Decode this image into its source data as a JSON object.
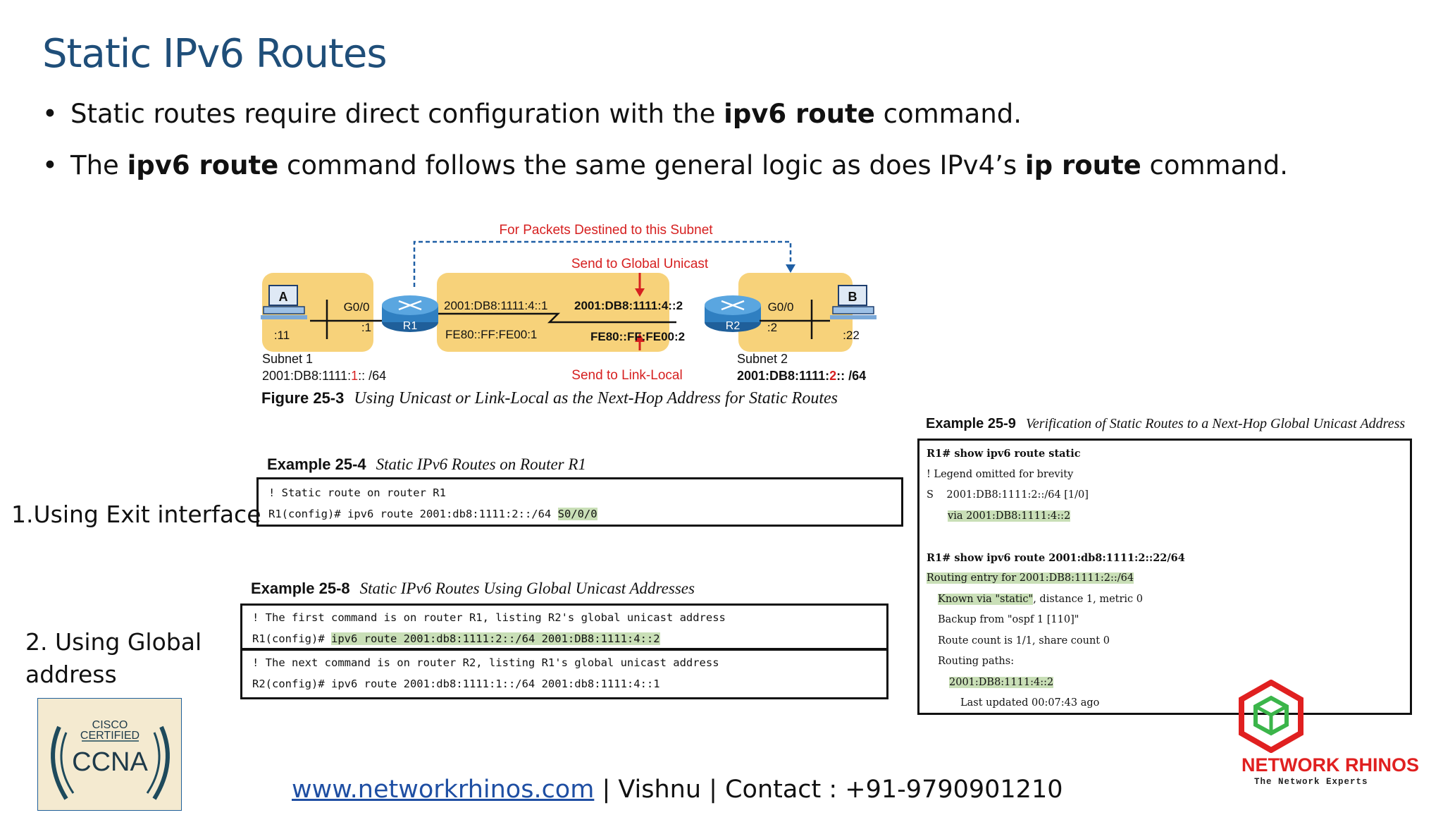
{
  "slide": {
    "title": "Static IPv6 Routes",
    "bullets": [
      {
        "pre": "Static routes require direct configuration with the ",
        "bold1": "ipv6 route",
        "mid": " command.",
        "bold2": "",
        "post": ""
      },
      {
        "pre": "The ",
        "bold1": "ipv6 route",
        "mid": " command follows the same general logic as does IPv4’s ",
        "bold2": "ip route",
        "post": " command."
      }
    ],
    "bullet_glyph": "•"
  },
  "figure": {
    "top_label": "For Packets Destined to this Subnet",
    "send_global": "Send to Global Unicast",
    "send_link": "Send to Link-Local",
    "host_a": "A",
    "host_b": "B",
    "r1": "R1",
    "r2": "R2",
    "g00_left": "G0/0",
    "g00_right": "G0/0",
    "a_addr": ":11",
    "r1_lan": ":1",
    "r2_lan": ":2",
    "b_addr": ":22",
    "r1_wan_global": "2001:DB8:1111:4::1",
    "r2_wan_global": "2001:DB8:1111:4::2",
    "r1_wan_ll": "FE80::FF:FE00:1",
    "r2_wan_ll": "FE80::FF:FE00:2",
    "subnet1_label": "Subnet 1",
    "subnet1_prefix": "2001:DB8:1111:",
    "subnet1_num": "1",
    "subnet1_suffix": ":: /64",
    "subnet2_label": "Subnet 2",
    "subnet2_prefix": "2001:DB8:1111:",
    "subnet2_num": "2",
    "subnet2_suffix": ":: /64",
    "caption_num": "Figure 25-3",
    "caption_text": "Using Unicast or Link-Local as the Next-Hop Address for Static Routes",
    "colors": {
      "zone": "#f7d27a",
      "red": "#d62020",
      "router": "#2f7fc1",
      "dash": "#1f5fa5"
    }
  },
  "example_25_4": {
    "num": "Example 25-4",
    "caption": "Static IPv6 Routes on Router R1",
    "line1": "! Static route on router R1",
    "line2_pre": "R1(config)# ipv6 route 2001:db8:1111:2::/64 ",
    "line2_hl": "S0/0/0"
  },
  "example_25_8": {
    "num": "Example 25-8",
    "caption": "Static IPv6 Routes Using Global Unicast Addresses",
    "line1": "! The first command is on router R1, listing R2's global unicast address",
    "line2_pre": "R1(config)# ",
    "line2_hl": "ipv6 route 2001:db8:1111:2::/64 2001:DB8:1111:4::2",
    "line3": "! The next command is on router R2, listing R1's global unicast address",
    "line4": "R2(config)# ipv6 route 2001:db8:1111:1::/64 2001:db8:1111:4::1"
  },
  "example_25_9": {
    "num": "Example 25-9",
    "caption": "Verification of Static Routes to a Next-Hop Global Unicast Address",
    "l1": "R1# show ipv6 route static",
    "l2": "! Legend omitted for brevity",
    "l3": "S    2001:DB8:1111:2::/64 [1/0]",
    "l4": "via 2001:DB8:1111:4::2",
    "l5": "R1# show ipv6 route 2001:db8:1111:2::22/64",
    "l6": "Routing entry for 2001:DB8:1111:2::/64",
    "l7_hl": "Known via \"static\"",
    "l7_rest": ", distance 1, metric 0",
    "l8": "Backup from \"ospf 1 [110]\"",
    "l9": "Route count is 1/1, share count 0",
    "l10": "Routing paths:",
    "l11": "2001:DB8:1111:4::2",
    "l12": "Last updated 00:07:43 ago"
  },
  "side_labels": {
    "exit": "1.Using Exit interface",
    "global_1": "2. Using Global",
    "global_2": "address"
  },
  "ccna_badge": {
    "line1": "CISCO",
    "line2": "CERTIFIED",
    "line3": "CCNA"
  },
  "brand": {
    "name": "NETWORK RHINOS",
    "tagline": "The Network Experts"
  },
  "footer": {
    "link": "www.networkrhinos.com",
    "rest": " | Vishnu | Contact : +91-9790901210"
  }
}
